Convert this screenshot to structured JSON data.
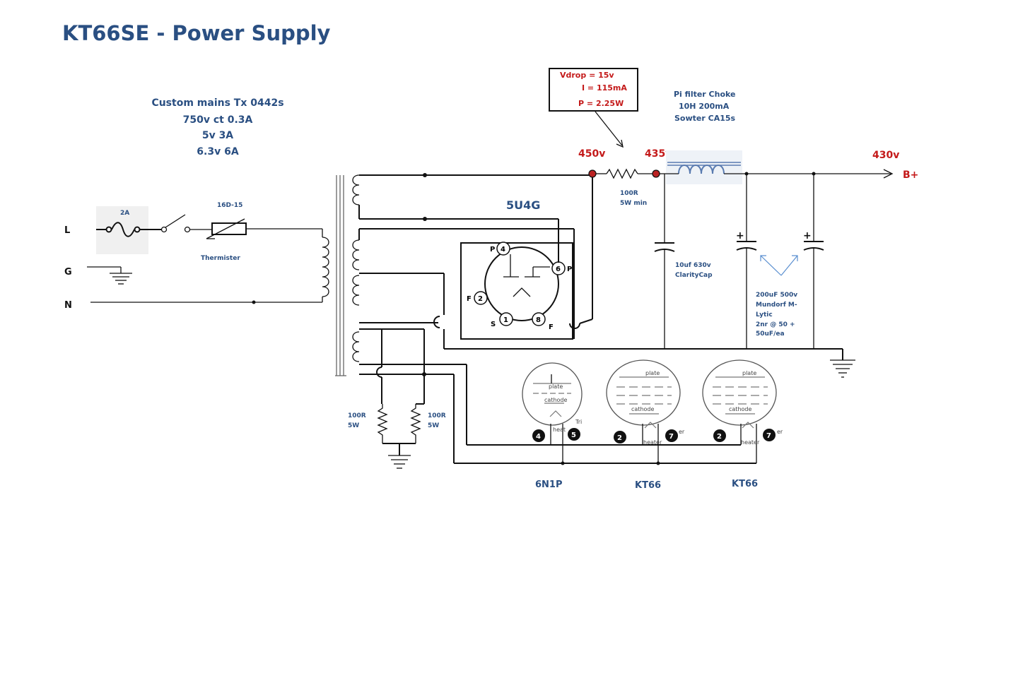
{
  "title": "KT66SE - Power Supply",
  "transformer": {
    "lines": [
      "Custom mains Tx 0442s",
      "750v ct 0.3A",
      "5v 3A",
      "6.3v 6A"
    ]
  },
  "mains": {
    "l_label": "L",
    "g_label": "G",
    "n_label": "N",
    "fuse_label": "2A",
    "thermistor_part": "16D-15",
    "thermistor_label": "Thermister"
  },
  "rectifier": {
    "label": "5U4G",
    "pins": [
      "4",
      "6",
      "2",
      "1",
      "8"
    ],
    "pin_letters": [
      "P",
      "P",
      "F",
      "F",
      "S"
    ]
  },
  "drop_box": {
    "vdrop": "Vdrop =  15v",
    "current": "I =  115mA",
    "power": "P =  2.25W"
  },
  "voltages": {
    "v450": "450v",
    "v435": "435v",
    "v430": "430v",
    "bplus": "B+"
  },
  "resistor": {
    "value": "100R",
    "rating": "5W min"
  },
  "choke": {
    "lines": [
      "Pi filter Choke",
      "10H 200mA",
      "Sowter CA15s"
    ]
  },
  "cap1": {
    "lines": [
      "10uf 630v",
      "ClarityCap"
    ]
  },
  "cap2": {
    "lines": [
      "200uF 500v",
      "Mundorf M-",
      "Lytic",
      "2nr @ 50 +",
      "50uF/ea"
    ]
  },
  "heater_resistors": {
    "left": {
      "value": "100R",
      "rating": "5W"
    },
    "right": {
      "value": "100R",
      "rating": "5W"
    }
  },
  "tubes": [
    {
      "name": "6N1P",
      "plate": "plate",
      "cathode": "cathode",
      "heater": "heat",
      "pin_a": "4",
      "pin_b": "5",
      "extra": "Tri"
    },
    {
      "name": "KT66",
      "plate": "plate",
      "cathode": "cathode",
      "heater": "heater",
      "pin_a": "2",
      "pin_b": "7",
      "extra": "er"
    },
    {
      "name": "KT66",
      "plate": "plate",
      "cathode": "cathode",
      "heater": "heater",
      "pin_a": "2",
      "pin_b": "7",
      "extra": "er"
    }
  ],
  "colors": {
    "title": "#2a4f82",
    "voltage": "#c41a1a",
    "wire": "#111111"
  }
}
